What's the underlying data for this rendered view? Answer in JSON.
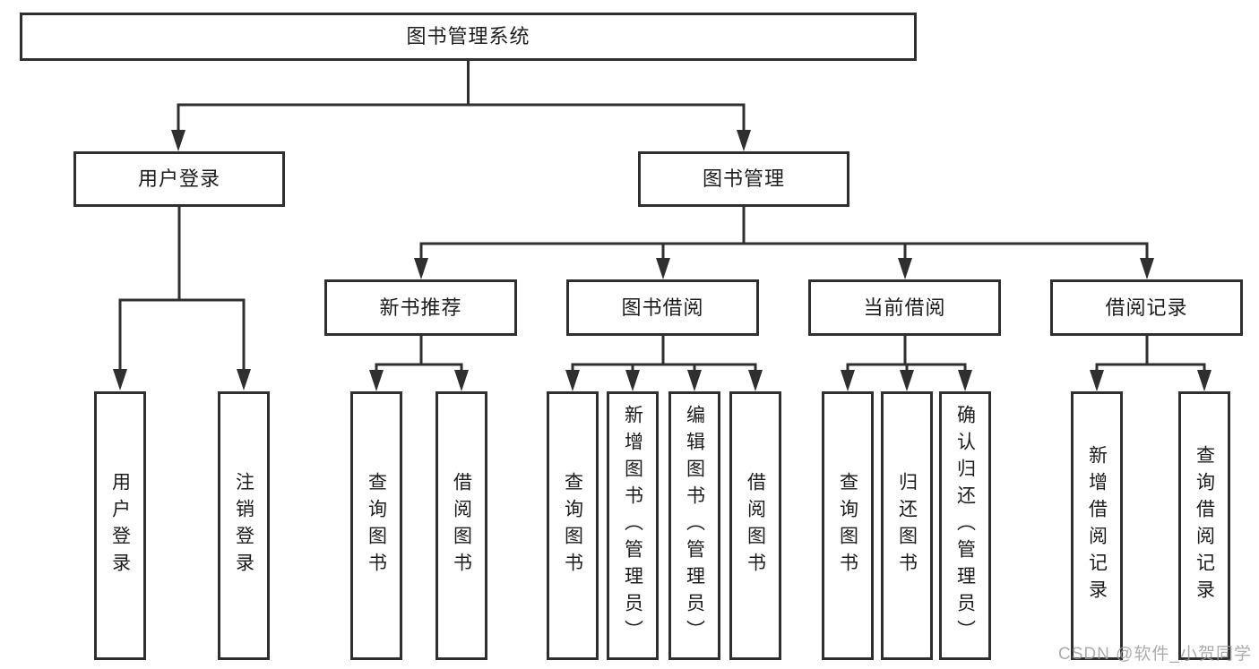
{
  "tree": {
    "label": "图书管理系统",
    "children": [
      {
        "label": "用户登录",
        "children": [
          {
            "label": "用户登录"
          },
          {
            "label": "注销登录"
          }
        ]
      },
      {
        "label": "图书管理",
        "children": [
          {
            "label": "新书推荐",
            "children": [
              {
                "label": "查询图书"
              },
              {
                "label": "借阅图书"
              }
            ]
          },
          {
            "label": "图书借阅",
            "children": [
              {
                "label": "查询图书"
              },
              {
                "label": "新增图书（管理员）"
              },
              {
                "label": "编辑图书（管理员）"
              },
              {
                "label": "借阅图书"
              }
            ]
          },
          {
            "label": "当前借阅",
            "children": [
              {
                "label": "查询图书"
              },
              {
                "label": "归还图书"
              },
              {
                "label": "确认归还（管理员）"
              }
            ]
          },
          {
            "label": "借阅记录",
            "children": [
              {
                "label": "新增借阅记录"
              },
              {
                "label": "查询借阅记录"
              }
            ]
          }
        ]
      }
    ]
  },
  "watermark": {
    "text": "CSDN @软件_小贺同学"
  },
  "colors": {
    "line": "#2f2f2f",
    "box_border": "#2f2f2f",
    "text": "#1c1c1c",
    "watermark": "#9e9e9e",
    "background": "#ffffff"
  }
}
